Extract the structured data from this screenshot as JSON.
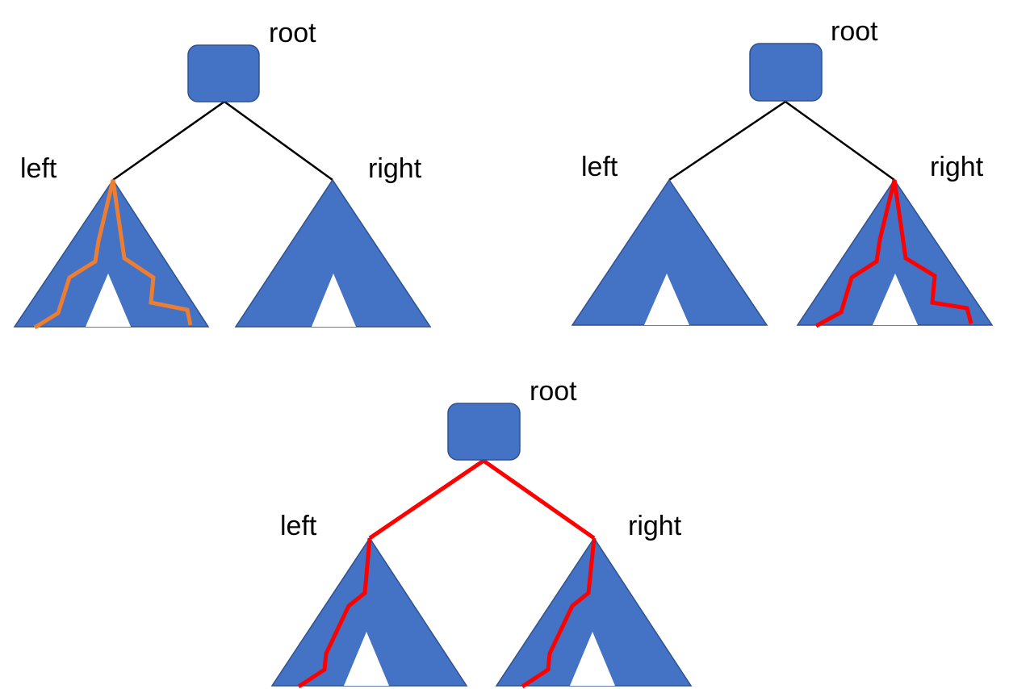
{
  "colors": {
    "node_fill": "#4472C4",
    "node_stroke": "#2F528F",
    "subtree_fill": "#4472C4",
    "hole_fill": "#FFFFFF",
    "edge": "#000000",
    "path_left_subtree": "#ED7D31",
    "path_right_subtree": "#FF0000",
    "path_through_root": "#FF0000"
  },
  "diagrams": [
    {
      "description_key": "path within left subtree",
      "labels": {
        "root": "root",
        "left": "left",
        "right": "right"
      },
      "highlight": "left-subtree"
    },
    {
      "description_key": "path within right subtree",
      "labels": {
        "root": "root",
        "left": "left",
        "right": "right"
      },
      "highlight": "right-subtree"
    },
    {
      "description_key": "path through root",
      "labels": {
        "root": "root",
        "left": "left",
        "right": "right"
      },
      "highlight": "through-root"
    }
  ]
}
